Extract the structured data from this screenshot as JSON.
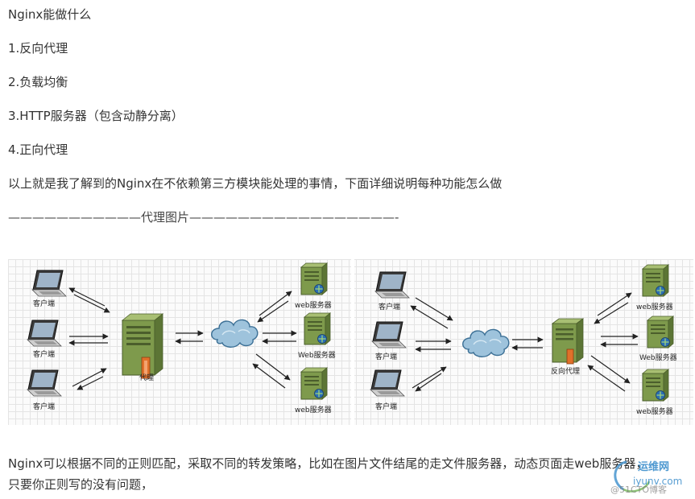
{
  "lines": [
    "Nginx能做什么",
    "1.反向代理",
    "2.负载均衡",
    "3.HTTP服务器（包含动静分离）",
    "4.正向代理",
    "以上就是我了解到的Nginx在不依赖第三方模块能处理的事情，下面详细说明每种功能怎么做",
    "———————————代理图片—————————————————-"
  ],
  "diagram": {
    "client_label": "客户端",
    "forward_proxy_label": "代理",
    "reverse_proxy_label": "反向代理",
    "left_server_labels": [
      "web服务器",
      "Web服务器",
      "web服务器"
    ],
    "right_server_labels": [
      "web服务器",
      "Web服务器",
      "web服务器"
    ]
  },
  "footer": {
    "line1": "Nginx可以根据不同的正则匹配，采取不同的转发策略，比如在图片文件结尾的走文件服务器，动态页面走web服务器，",
    "line2": "只要你正则写的没有问题，"
  },
  "watermark": {
    "brand": "运维网",
    "domain": "iyunv.com",
    "site": "@51CTO博客"
  },
  "colors": {
    "text": "#333333",
    "server_body": "#7e9a4c",
    "cloud": "#9ec3dc",
    "proxy_accent": "#e0702a",
    "watermark": "#2f87c8"
  }
}
